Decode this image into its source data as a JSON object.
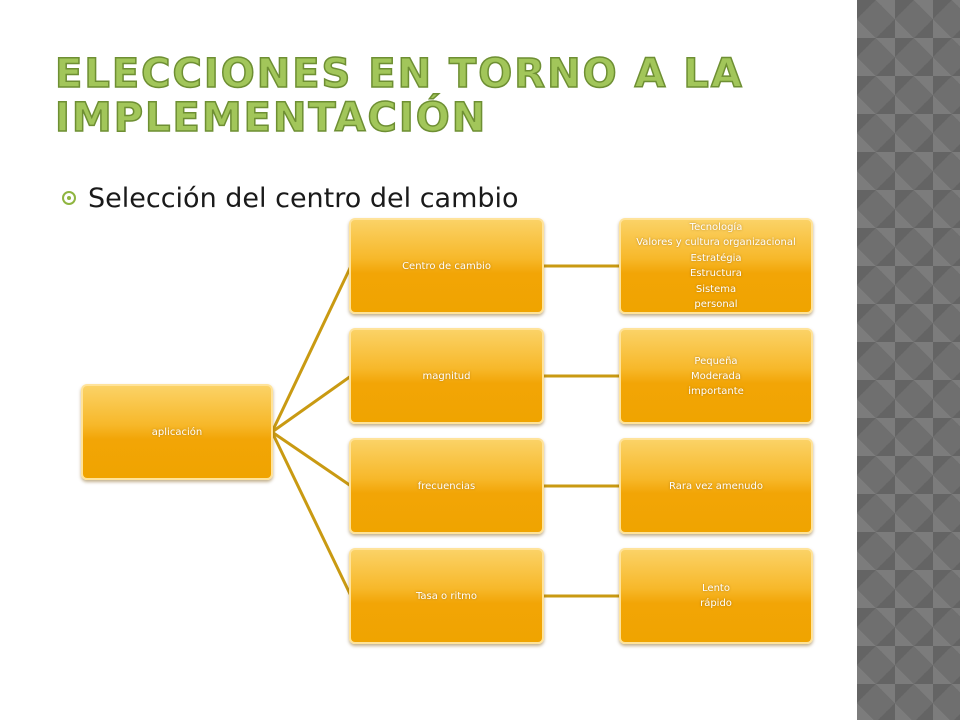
{
  "slide": {
    "title": "Elecciones en torno a la implementación",
    "bullet": "Selección del centro del cambio"
  },
  "diagram": {
    "root": {
      "label": "aplicación"
    },
    "branches": [
      {
        "label": "Centro de cambio",
        "detail": [
          "Tecnología",
          "Valores y cultura organizacional",
          "Estratégia",
          "Estructura",
          "Sistema",
          "personal"
        ]
      },
      {
        "label": "magnitud",
        "detail": [
          "Pequeña",
          "Moderada",
          "importante"
        ]
      },
      {
        "label": "frecuencias",
        "detail": [
          "Rara vez amenudo"
        ]
      },
      {
        "label": "Tasa o ritmo",
        "detail": [
          "Lento",
          "rápido"
        ]
      }
    ],
    "colors": {
      "node_fill": "#f2a506",
      "node_highlight": "#fbd266",
      "connector": "#c99a12",
      "title_green": "#a2c65a",
      "side_panel": "#6f6f6f"
    }
  }
}
